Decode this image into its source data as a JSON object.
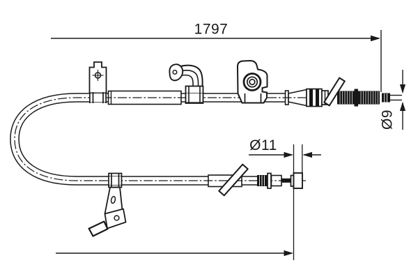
{
  "drawing": {
    "type": "technical-part-diagram",
    "subject": "parking-brake-cable",
    "background_color": "#ffffff",
    "line_color": "#1a1a1a",
    "dimensions": {
      "overall_length": "1797",
      "rear_nipple_diameter": "Ø9",
      "front_nipple_diameter": "Ø11"
    }
  }
}
